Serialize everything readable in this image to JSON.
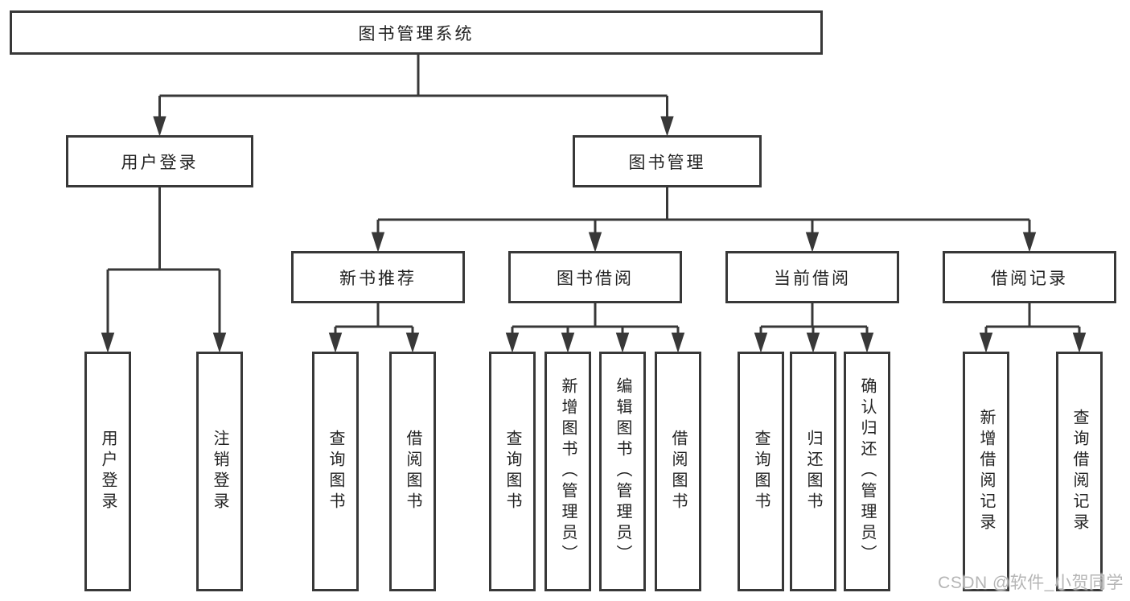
{
  "diagram": {
    "root": {
      "label": "图书管理系统",
      "children": [
        {
          "label": "用户登录",
          "children": [
            {
              "label": "用户登录"
            },
            {
              "label": "注销登录"
            }
          ]
        },
        {
          "label": "图书管理",
          "children": [
            {
              "label": "新书推荐",
              "children": [
                {
                  "label": "查询图书"
                },
                {
                  "label": "借阅图书"
                }
              ]
            },
            {
              "label": "图书借阅",
              "children": [
                {
                  "label": "查询图书"
                },
                {
                  "label": "新增图书（管理员）"
                },
                {
                  "label": "编辑图书（管理员）"
                },
                {
                  "label": "借阅图书"
                }
              ]
            },
            {
              "label": "当前借阅",
              "children": [
                {
                  "label": "查询图书"
                },
                {
                  "label": "归还图书"
                },
                {
                  "label": "确认归还（管理员）"
                }
              ]
            },
            {
              "label": "借阅记录",
              "children": [
                {
                  "label": "新增借阅记录"
                },
                {
                  "label": "查询借阅记录"
                }
              ]
            }
          ]
        }
      ]
    }
  },
  "watermark": {
    "text": "CSDN @软件_小贺同学"
  },
  "colors": {
    "line": "#383838",
    "text": "#222222",
    "watermark": "#b5b5b5",
    "background": "#ffffff"
  }
}
